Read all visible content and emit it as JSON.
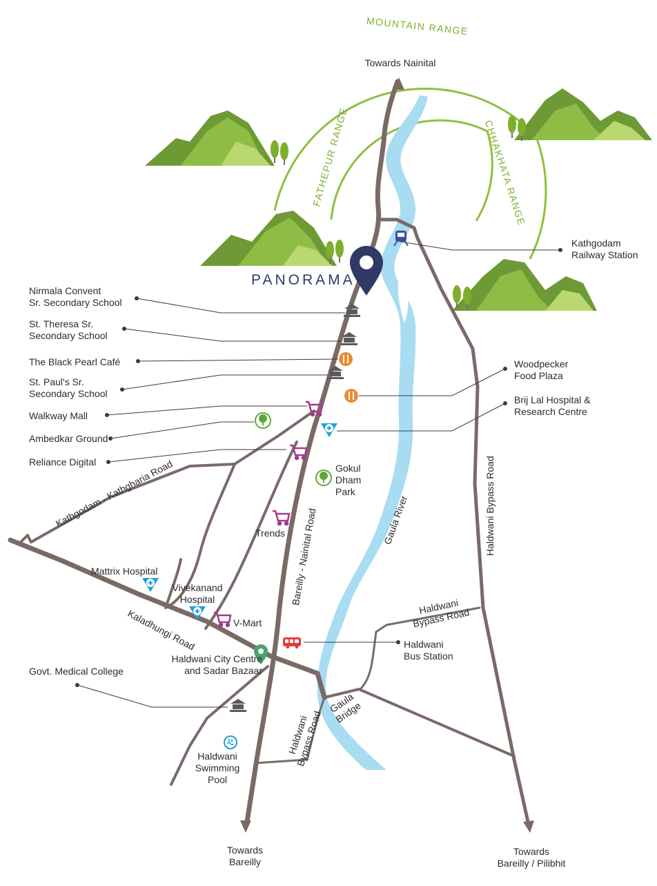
{
  "brand": "PANORAMA",
  "ranges": {
    "mountain": "MOUNTAIN RANGE",
    "fathepur": "FATHEPUR RANGE",
    "chhakhata": "CHHAKHATA RANGE"
  },
  "directions": {
    "north": "Towards Nainital",
    "south": "Towards\nBareilly",
    "southeast": "Towards\nBareilly / Pilibhit"
  },
  "roads": {
    "kathgodam_kathgharia": "Kathgodam - Kathgharia Road",
    "bareilly_nainital": "Bareilly - Nainital Road",
    "kaladhungi": "Kaladhungi Road",
    "haldwani_bypass_east": "Haldwani Bypass Road",
    "haldwani_bypass_mid": "Haldwani\nBypass Road",
    "haldwani_bypass_south": "Haldwani\nBypass Road",
    "gaula_bridge": "Gaula\nBridge"
  },
  "river": "Gaula River",
  "places": {
    "nirmala": "Nirmala Convent\nSr. Secondary School",
    "theresa": "St. Theresa Sr.\nSecondary School",
    "black_pearl": "The Black Pearl Café",
    "pauls": "St. Paul's Sr.\nSecondary School",
    "walkway": "Walkway Mall",
    "ambedkar": "Ambedkar Ground",
    "reliance": "Reliance Digital",
    "gokul": "Gokul\nDham\nPark",
    "trends": "Trends",
    "mattrix": "Mattrix Hospital",
    "vivekanand": "Vivekanand\nHospital",
    "vmart": "V-Mart",
    "city_centre": "Haldwani City Centre\nand Sadar Bazaar",
    "medical_college": "Govt. Medical College",
    "swimming_pool": "Haldwani\nSwimming\nPool",
    "railway": "Kathgodam\nRailway Station",
    "woodpecker": "Woodpecker\nFood Plaza",
    "brij_lal": "Brij Lal Hospital &\nResearch Centre",
    "bus_station": "Haldwani\nBus Station"
  },
  "colors": {
    "road": "#7a6a66",
    "river": "#a8dcf1",
    "range_arc": "#8dc03f",
    "mountain_dark": "#6e9a35",
    "mountain_mid": "#8fbc45",
    "mountain_light": "#b9d870",
    "school_icon": "#5a5a5a",
    "cafe_icon": "#ee8a2e",
    "mall_icon": "#a33b8c",
    "park_icon": "#5aa83a",
    "hospital_icon": "#1aa0dc",
    "bus_icon": "#e23b3b",
    "train_icon": "#3f4fa0",
    "pin": "#2f3a66",
    "city_pin": "#4aa36a"
  },
  "icons": {
    "school": "school-building-icon",
    "cafe": "cafe-fork-icon",
    "mall": "shopping-cart-icon",
    "park": "tree-icon",
    "hospital": "hospital-cross-icon",
    "bus": "bus-icon",
    "train": "train-icon",
    "pool": "swimming-pool-icon",
    "location": "location-pin-icon"
  }
}
